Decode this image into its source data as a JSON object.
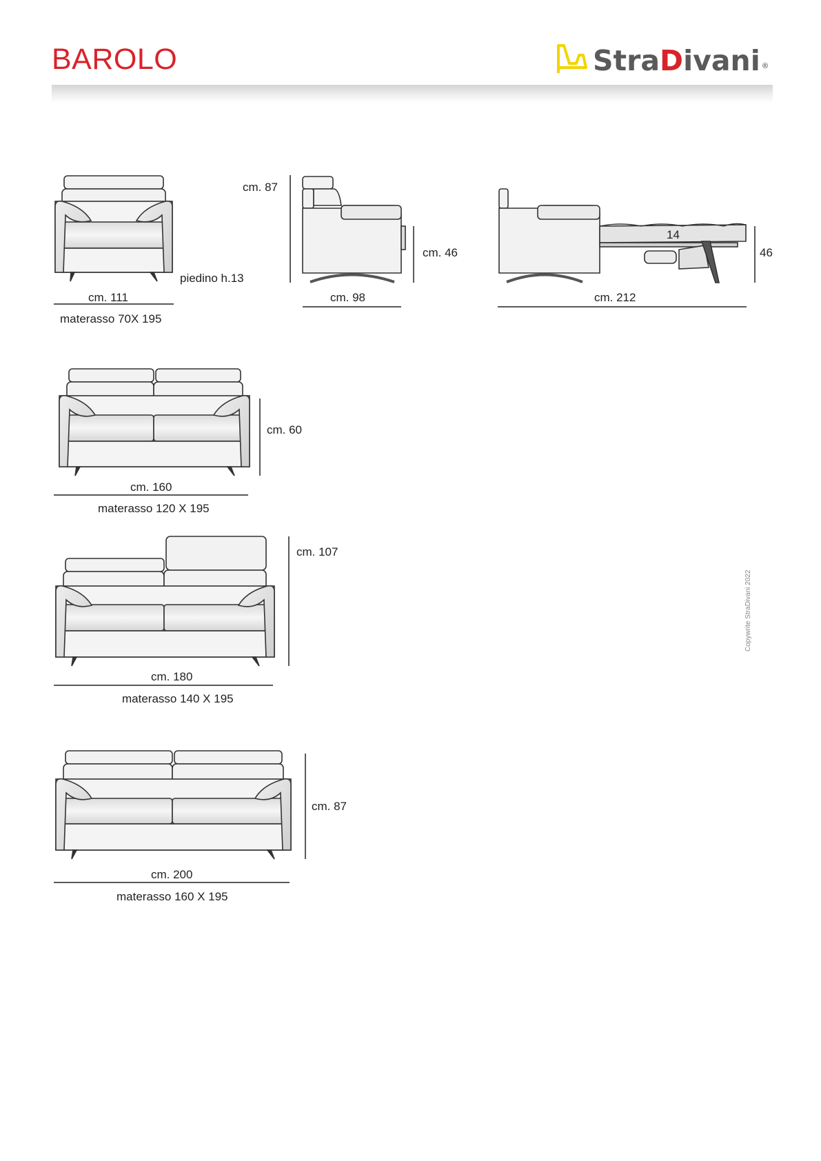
{
  "header": {
    "title": "BAROLO",
    "brand": {
      "part1": "Stra",
      "part2_accent": "D",
      "part3": "ivani",
      "registered": "®"
    },
    "colors": {
      "title": "#d8232a",
      "brand_gray": "#5a5a5a",
      "logo_yellow": "#f2d500"
    }
  },
  "views": {
    "armchair_front": {
      "height": "cm. 87",
      "width": "cm. 111",
      "foot": "piedino h.13",
      "mattress": "materasso 70X 195"
    },
    "armchair_side": {
      "seat_height": "cm. 46",
      "depth": "cm. 98"
    },
    "bed_open": {
      "mattress_thickness": "14",
      "height": "46",
      "length": "cm. 212"
    },
    "sofa_160": {
      "height": "cm. 60",
      "width": "cm. 160",
      "mattress": "materasso 120 X 195"
    },
    "sofa_180": {
      "height": "cm. 107",
      "width": "cm. 180",
      "mattress": "materasso 140 X 195"
    },
    "sofa_200": {
      "height": "cm. 87",
      "width": "cm. 200",
      "mattress": "materasso 160 X 195"
    }
  },
  "copyright": "Copywrite StraDivani 2022"
}
